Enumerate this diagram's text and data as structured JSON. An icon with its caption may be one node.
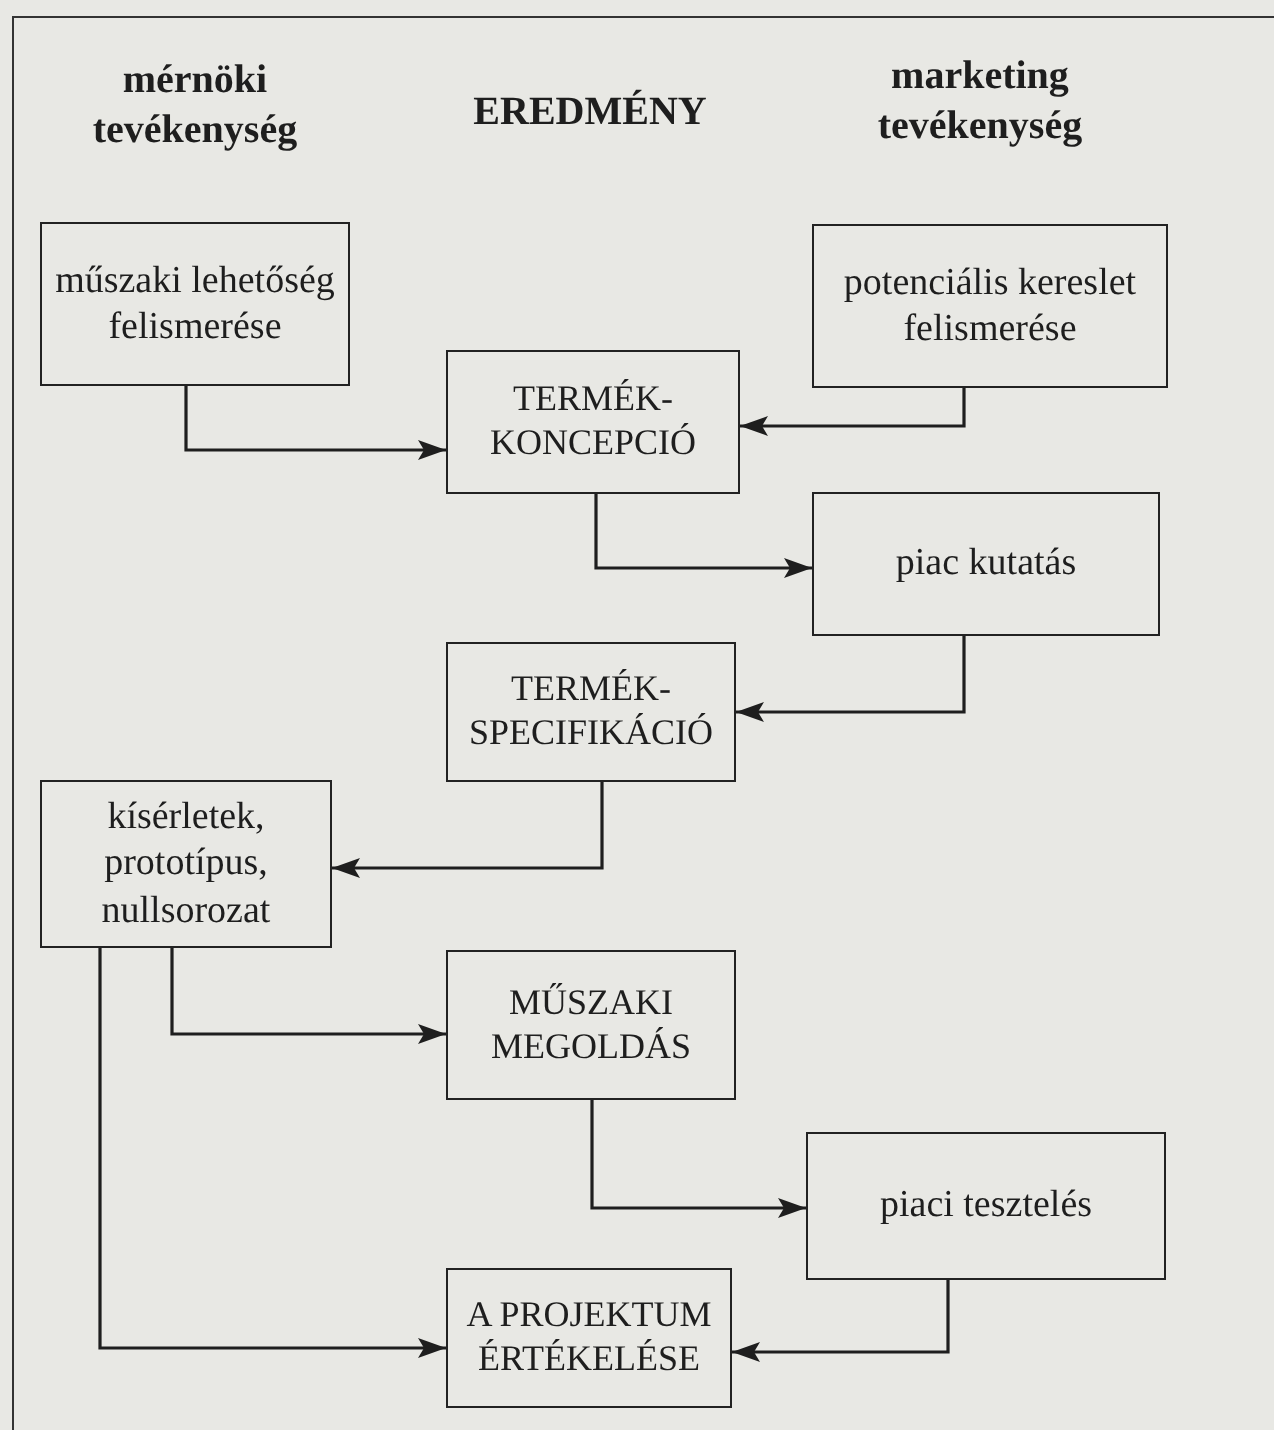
{
  "diagram": {
    "nodes": [
      {
        "text": [
          "műszaki lehetőség felismerése"
        ]
      },
      {
        "text": [
          "potenciális kereslet felismerése"
        ]
      },
      {
        "text": [
          "TERMÉK-KONCEPCIÓ"
        ]
      },
      {
        "text": [
          "piac kutatás"
        ]
      },
      {
        "text": [
          "TERMÉK-SPECIFIKÁCIÓ"
        ]
      },
      {
        "text": [
          "kísérletek, prototípus, nullsorozat"
        ]
      },
      {
        "text": [
          "MŰSZAKI MEGOLDÁS"
        ]
      },
      {
        "text": [
          "piaci tesztelés"
        ]
      },
      {
        "text": [
          "A PROJEKTUM ÉRTÉKELÉSE"
        ]
      }
    ],
    "edges": [
      {
        "from": 0,
        "to": 2,
        "arrow": "to"
      },
      {
        "from": 1,
        "to": 2,
        "arrow": "to"
      },
      {
        "from": 2,
        "to": 3,
        "arrow": "to"
      },
      {
        "from": 3,
        "to": 4,
        "arrow": "to"
      },
      {
        "from": 4,
        "to": 5,
        "arrow": "to"
      },
      {
        "from": 5,
        "to": 6,
        "arrow": "to"
      },
      {
        "from": 5,
        "to": 8,
        "arrow": "to"
      },
      {
        "from": 6,
        "to": 7,
        "arrow": "to"
      },
      {
        "from": 7,
        "to": 8,
        "arrow": "to"
      }
    ],
    "labels": [
      "mérnöki tevékenység",
      "EREDMÉNY",
      "marketing tevékenység"
    ]
  }
}
